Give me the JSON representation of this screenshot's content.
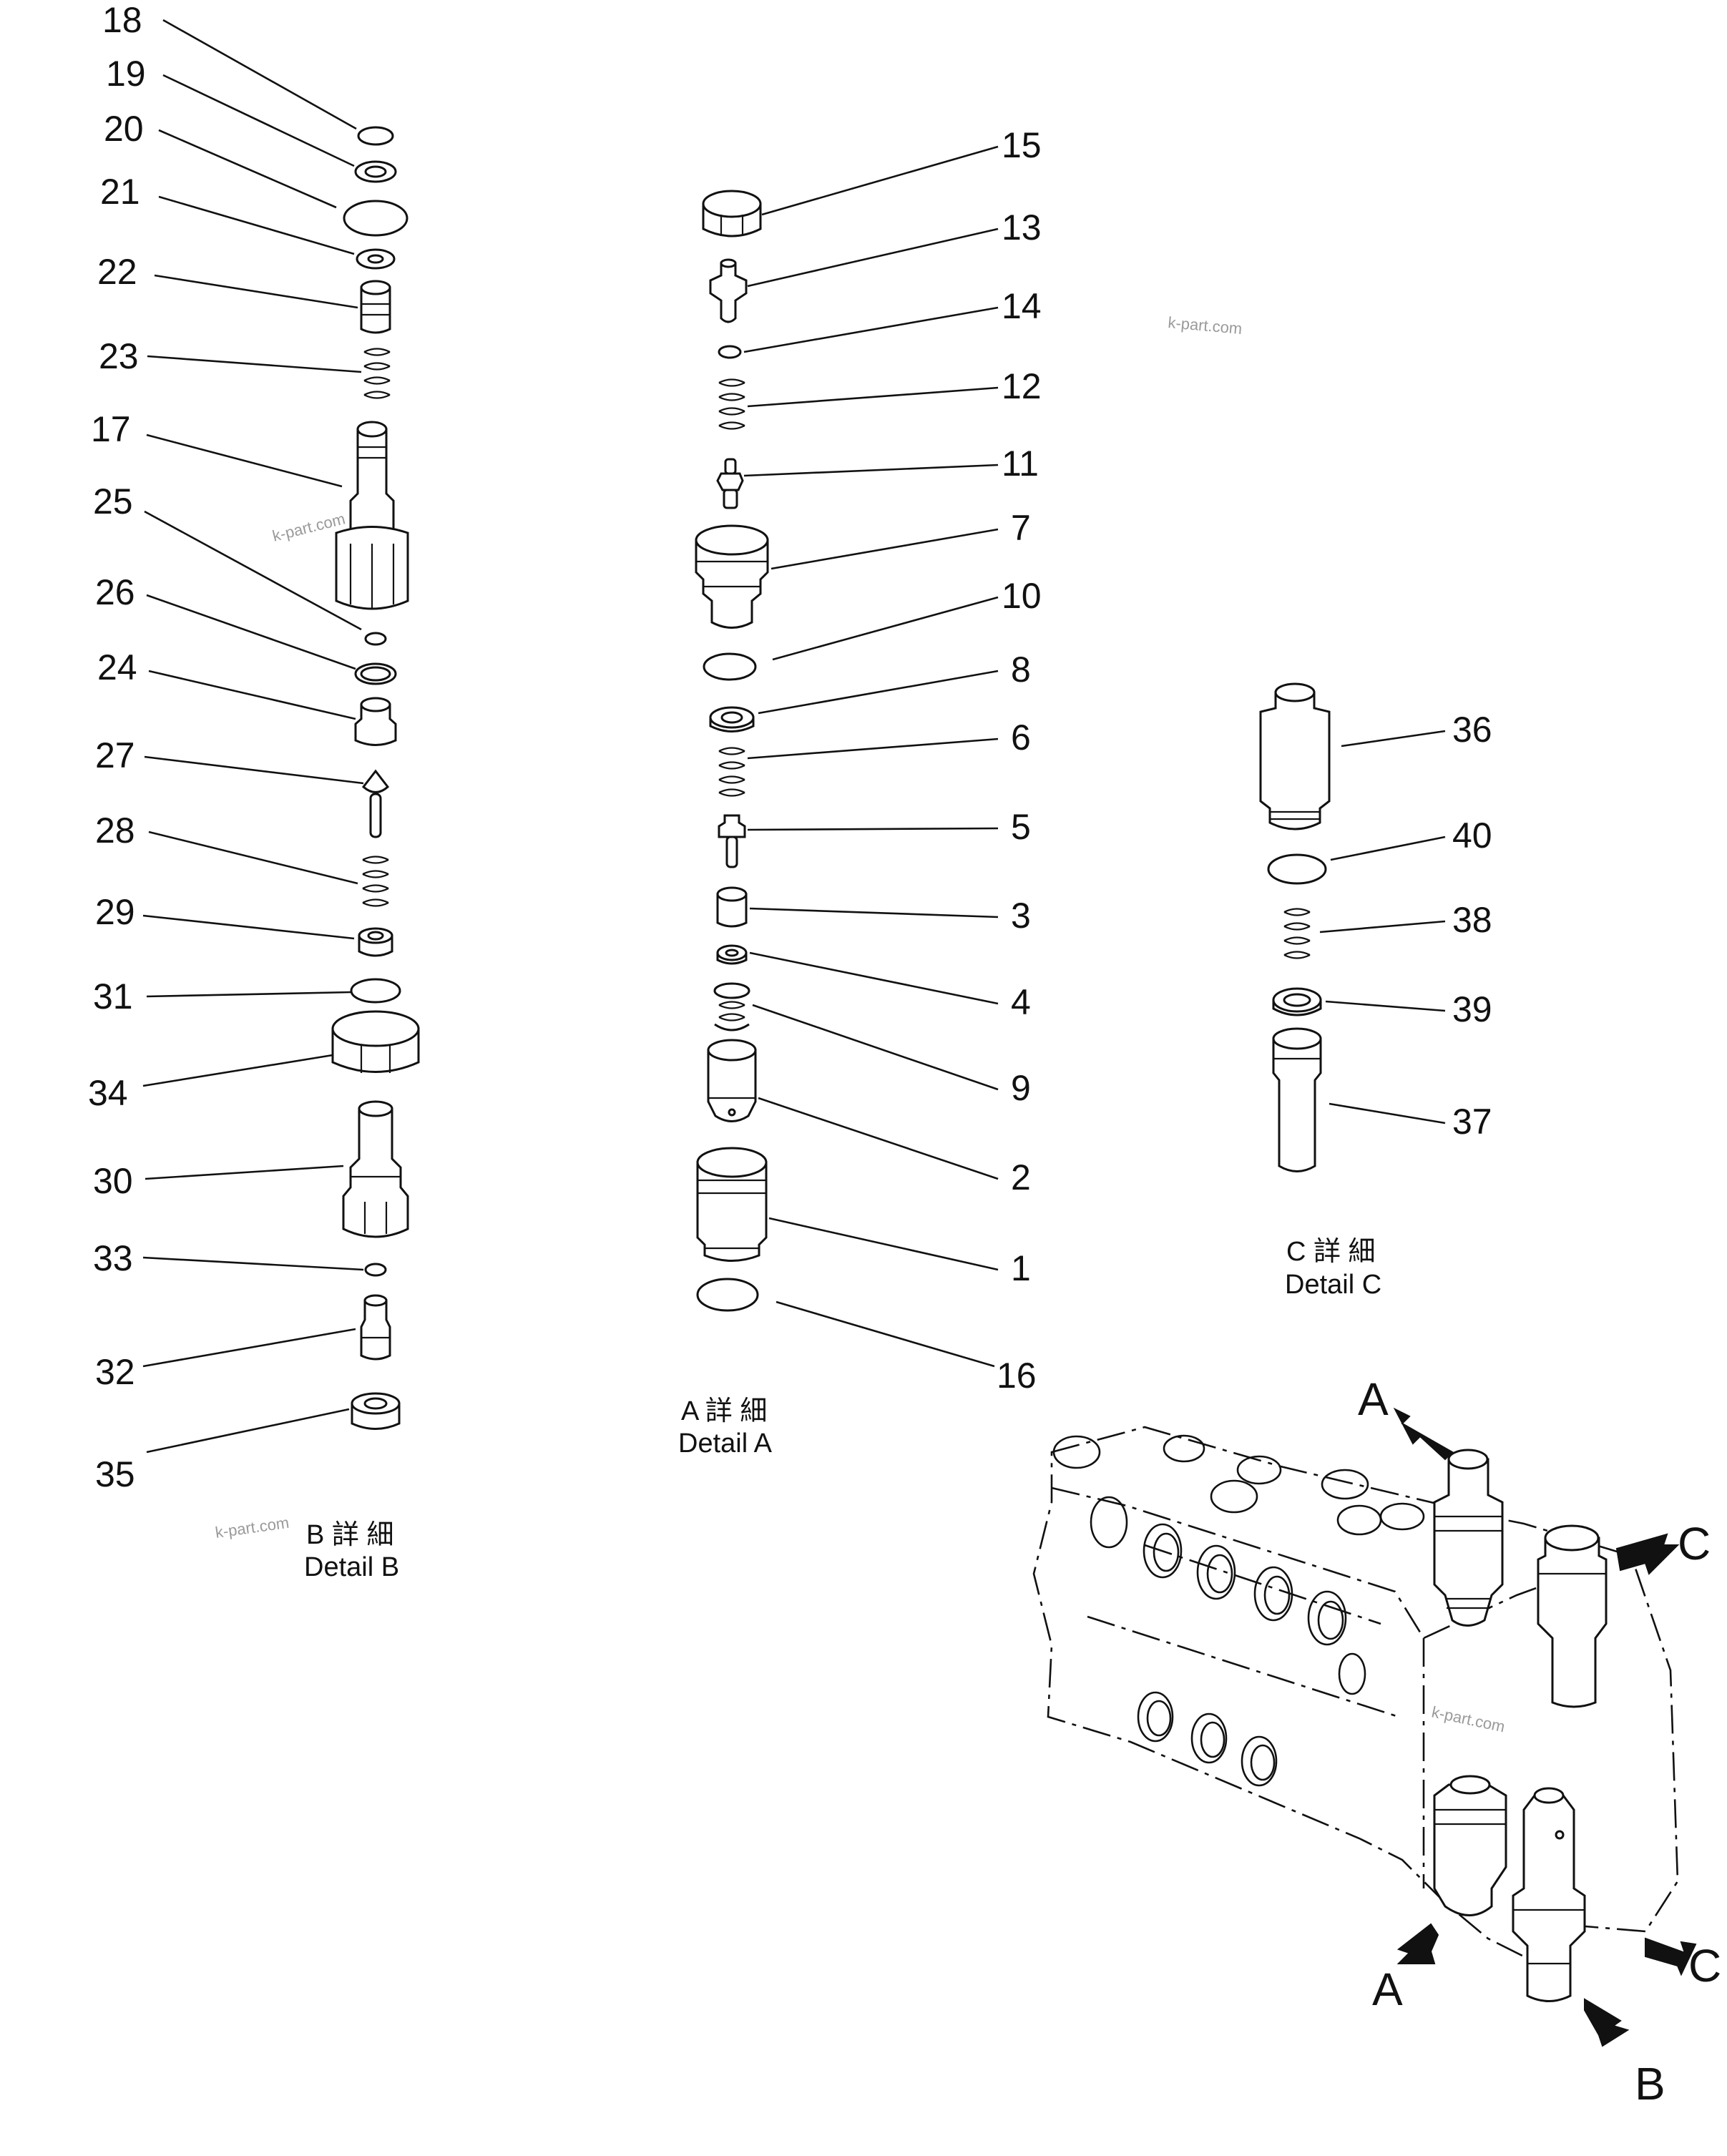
{
  "callouts": [
    {
      "n": "18"
    },
    {
      "n": "19"
    },
    {
      "n": "20"
    },
    {
      "n": "21"
    },
    {
      "n": "22"
    },
    {
      "n": "23"
    },
    {
      "n": "17"
    },
    {
      "n": "25"
    },
    {
      "n": "26"
    },
    {
      "n": "24"
    },
    {
      "n": "27"
    },
    {
      "n": "28"
    },
    {
      "n": "29"
    },
    {
      "n": "31"
    },
    {
      "n": "34"
    },
    {
      "n": "30"
    },
    {
      "n": "33"
    },
    {
      "n": "32"
    },
    {
      "n": "35"
    },
    {
      "n": "15"
    },
    {
      "n": "13"
    },
    {
      "n": "14"
    },
    {
      "n": "12"
    },
    {
      "n": "11"
    },
    {
      "n": "7"
    },
    {
      "n": "10"
    },
    {
      "n": "8"
    },
    {
      "n": "6"
    },
    {
      "n": "5"
    },
    {
      "n": "3"
    },
    {
      "n": "4"
    },
    {
      "n": "9"
    },
    {
      "n": "2"
    },
    {
      "n": "1"
    },
    {
      "n": "16"
    },
    {
      "n": "36"
    },
    {
      "n": "40"
    },
    {
      "n": "38"
    },
    {
      "n": "39"
    },
    {
      "n": "37"
    }
  ],
  "details": {
    "a": {
      "jp": "A 詳 細",
      "en": "Detail A"
    },
    "b": {
      "jp": "B 詳 細",
      "en": "Detail B"
    },
    "c": {
      "jp": "C 詳 細",
      "en": "Detail C"
    }
  },
  "view_labels": {
    "a_top": "A",
    "c_top": "C",
    "a_bottom": "A",
    "c_bottom": "C",
    "b_bottom": "B"
  },
  "watermark": "k-part.com"
}
